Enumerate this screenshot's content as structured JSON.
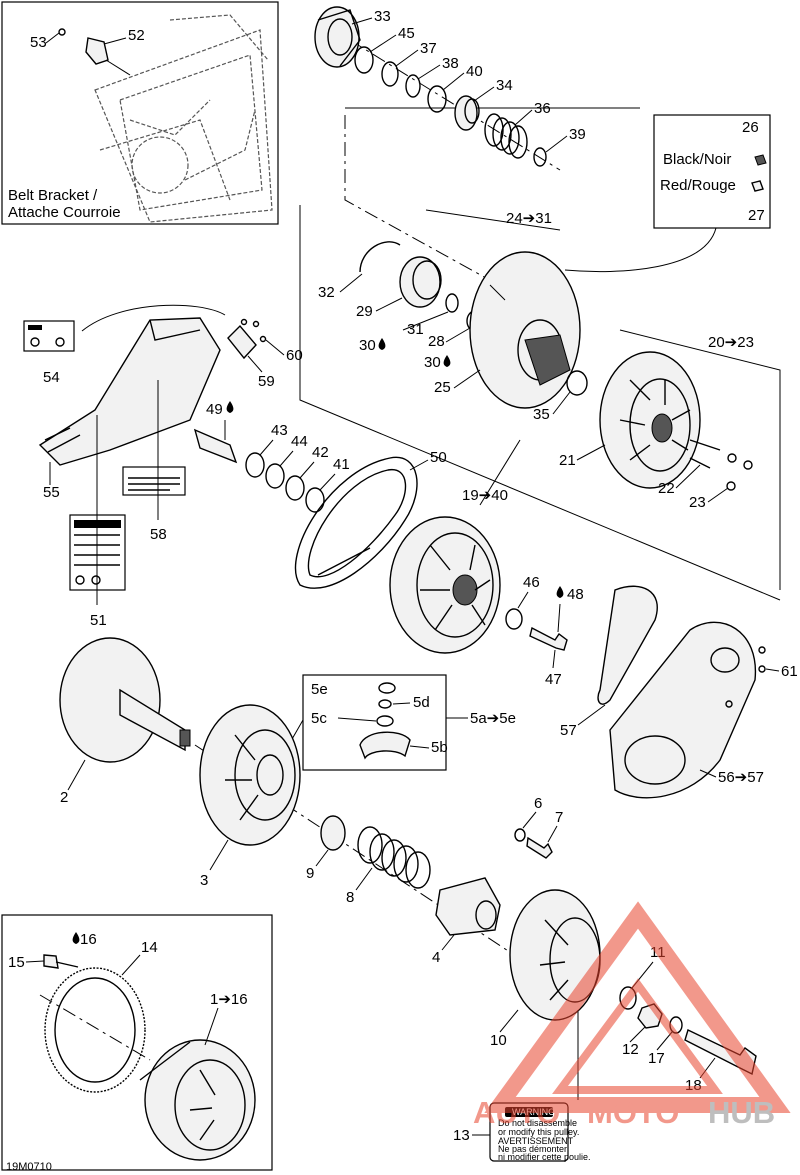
{
  "diagram": {
    "figure_code": "19M0710",
    "inset_belt_bracket_label_line1": "Belt Bracket /",
    "inset_belt_bracket_label_line2": "Attache Courroie",
    "color_legend": {
      "black_label": "Black/Noir",
      "red_label": "Red/Rouge",
      "black_part": "26",
      "red_part": "27"
    },
    "callouts": {
      "c1_16": "1➔16",
      "c2": "2",
      "c3": "3",
      "c4": "4",
      "c5a_5e": "5a➔5e",
      "c5b": "5b",
      "c5c": "5c",
      "c5d": "5d",
      "c5e": "5e",
      "c6": "6",
      "c7": "7",
      "c8": "8",
      "c9": "9",
      "c10": "10",
      "c11": "11",
      "c12": "12",
      "c13": "13",
      "c14": "14",
      "c15": "15",
      "c16": "16",
      "c17": "17",
      "c18": "18",
      "c19_40": "19➔40",
      "c20_23": "20➔23",
      "c21": "21",
      "c22": "22",
      "c23": "23",
      "c24_31": "24➔31",
      "c25": "25",
      "c28": "28",
      "c29": "29",
      "c30a": "30",
      "c30b": "30",
      "c31": "31",
      "c32": "32",
      "c33": "33",
      "c34": "34",
      "c35": "35",
      "c36": "36",
      "c37": "37",
      "c38": "38",
      "c39": "39",
      "c40": "40",
      "c41": "41",
      "c42": "42",
      "c43": "43",
      "c44": "44",
      "c45": "45",
      "c46": "46",
      "c47": "47",
      "c48": "48",
      "c49": "49",
      "c50": "50",
      "c51": "51",
      "c52": "52",
      "c53": "53",
      "c54": "54",
      "c55": "55",
      "c56_57": "56➔57",
      "c57": "57",
      "c58": "58",
      "c59": "59",
      "c60": "60",
      "c61": "61"
    },
    "warning_label": {
      "title": "WARNING",
      "line1": "Do not disassemble",
      "line2": "or modify this pulley.",
      "title_fr": "AVERTISSEMENT",
      "line3": "Ne pas démonter",
      "line4": "ni modifier cette poulie."
    },
    "watermark": {
      "auto": "AUTO",
      "moto": "MOTO",
      "hub": "HUB",
      "triangle_color": "#e8442e",
      "text_color_red": "#e8442e",
      "text_color_gray": "#8a8a8a"
    }
  }
}
